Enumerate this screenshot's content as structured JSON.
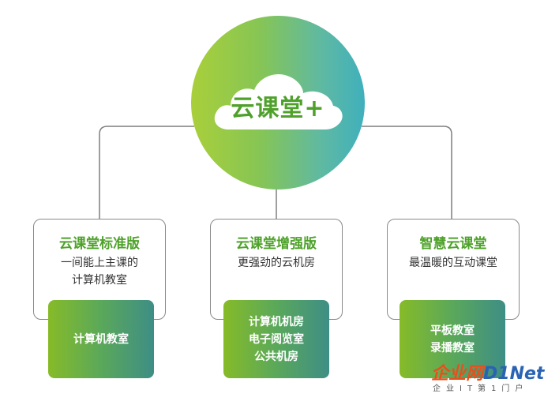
{
  "hub": {
    "title": "云课堂+"
  },
  "cards": [
    {
      "title": "云课堂标准版",
      "subtitle": [
        "一间能上主课的",
        "计算机教室"
      ],
      "items": [
        "计算机教室"
      ]
    },
    {
      "title": "云课堂增强版",
      "subtitle": [
        "更强劲的云机房"
      ],
      "items": [
        "计算机机房",
        "电子阅览室",
        "公共机房"
      ]
    },
    {
      "title": "智慧云课堂",
      "subtitle": [
        "最温暖的互动课堂"
      ],
      "items": [
        "平板教室",
        "录播教室"
      ]
    }
  ],
  "watermark": {
    "cn": "企业网",
    "en": "D1Net",
    "tagline": "企业IT第1门户"
  },
  "colors": {
    "accent_green": "#4fa12c",
    "hub_left": "#a9cf3a",
    "hub_right": "#3fb0bd",
    "watermark_red": "#e94f1d",
    "watermark_blue": "#2a63b4"
  }
}
